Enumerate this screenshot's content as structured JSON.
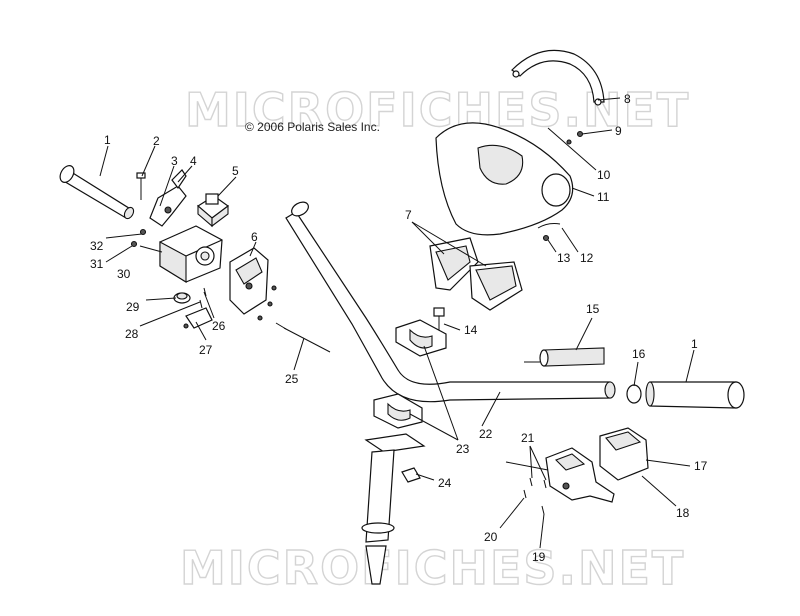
{
  "watermark_top": "MICROFICHES.NET",
  "watermark_bottom": "MICROFICHES.NET",
  "copyright": "© 2006 Polaris Sales Inc.",
  "callouts": {
    "c1a": "1",
    "c2": "2",
    "c3": "3",
    "c4": "4",
    "c5": "5",
    "c6": "6",
    "c7": "7",
    "c8": "8",
    "c9": "9",
    "c10": "10",
    "c11": "11",
    "c12": "12",
    "c13": "13",
    "c14": "14",
    "c15": "15",
    "c16": "16",
    "c1b": "1",
    "c17": "17",
    "c18": "18",
    "c19": "19",
    "c20": "20",
    "c21": "21",
    "c22": "22",
    "c23": "23",
    "c24": "24",
    "c25": "25",
    "c26": "26",
    "c27": "27",
    "c28": "28",
    "c29": "29",
    "c30": "30",
    "c31": "31",
    "c32": "32"
  }
}
